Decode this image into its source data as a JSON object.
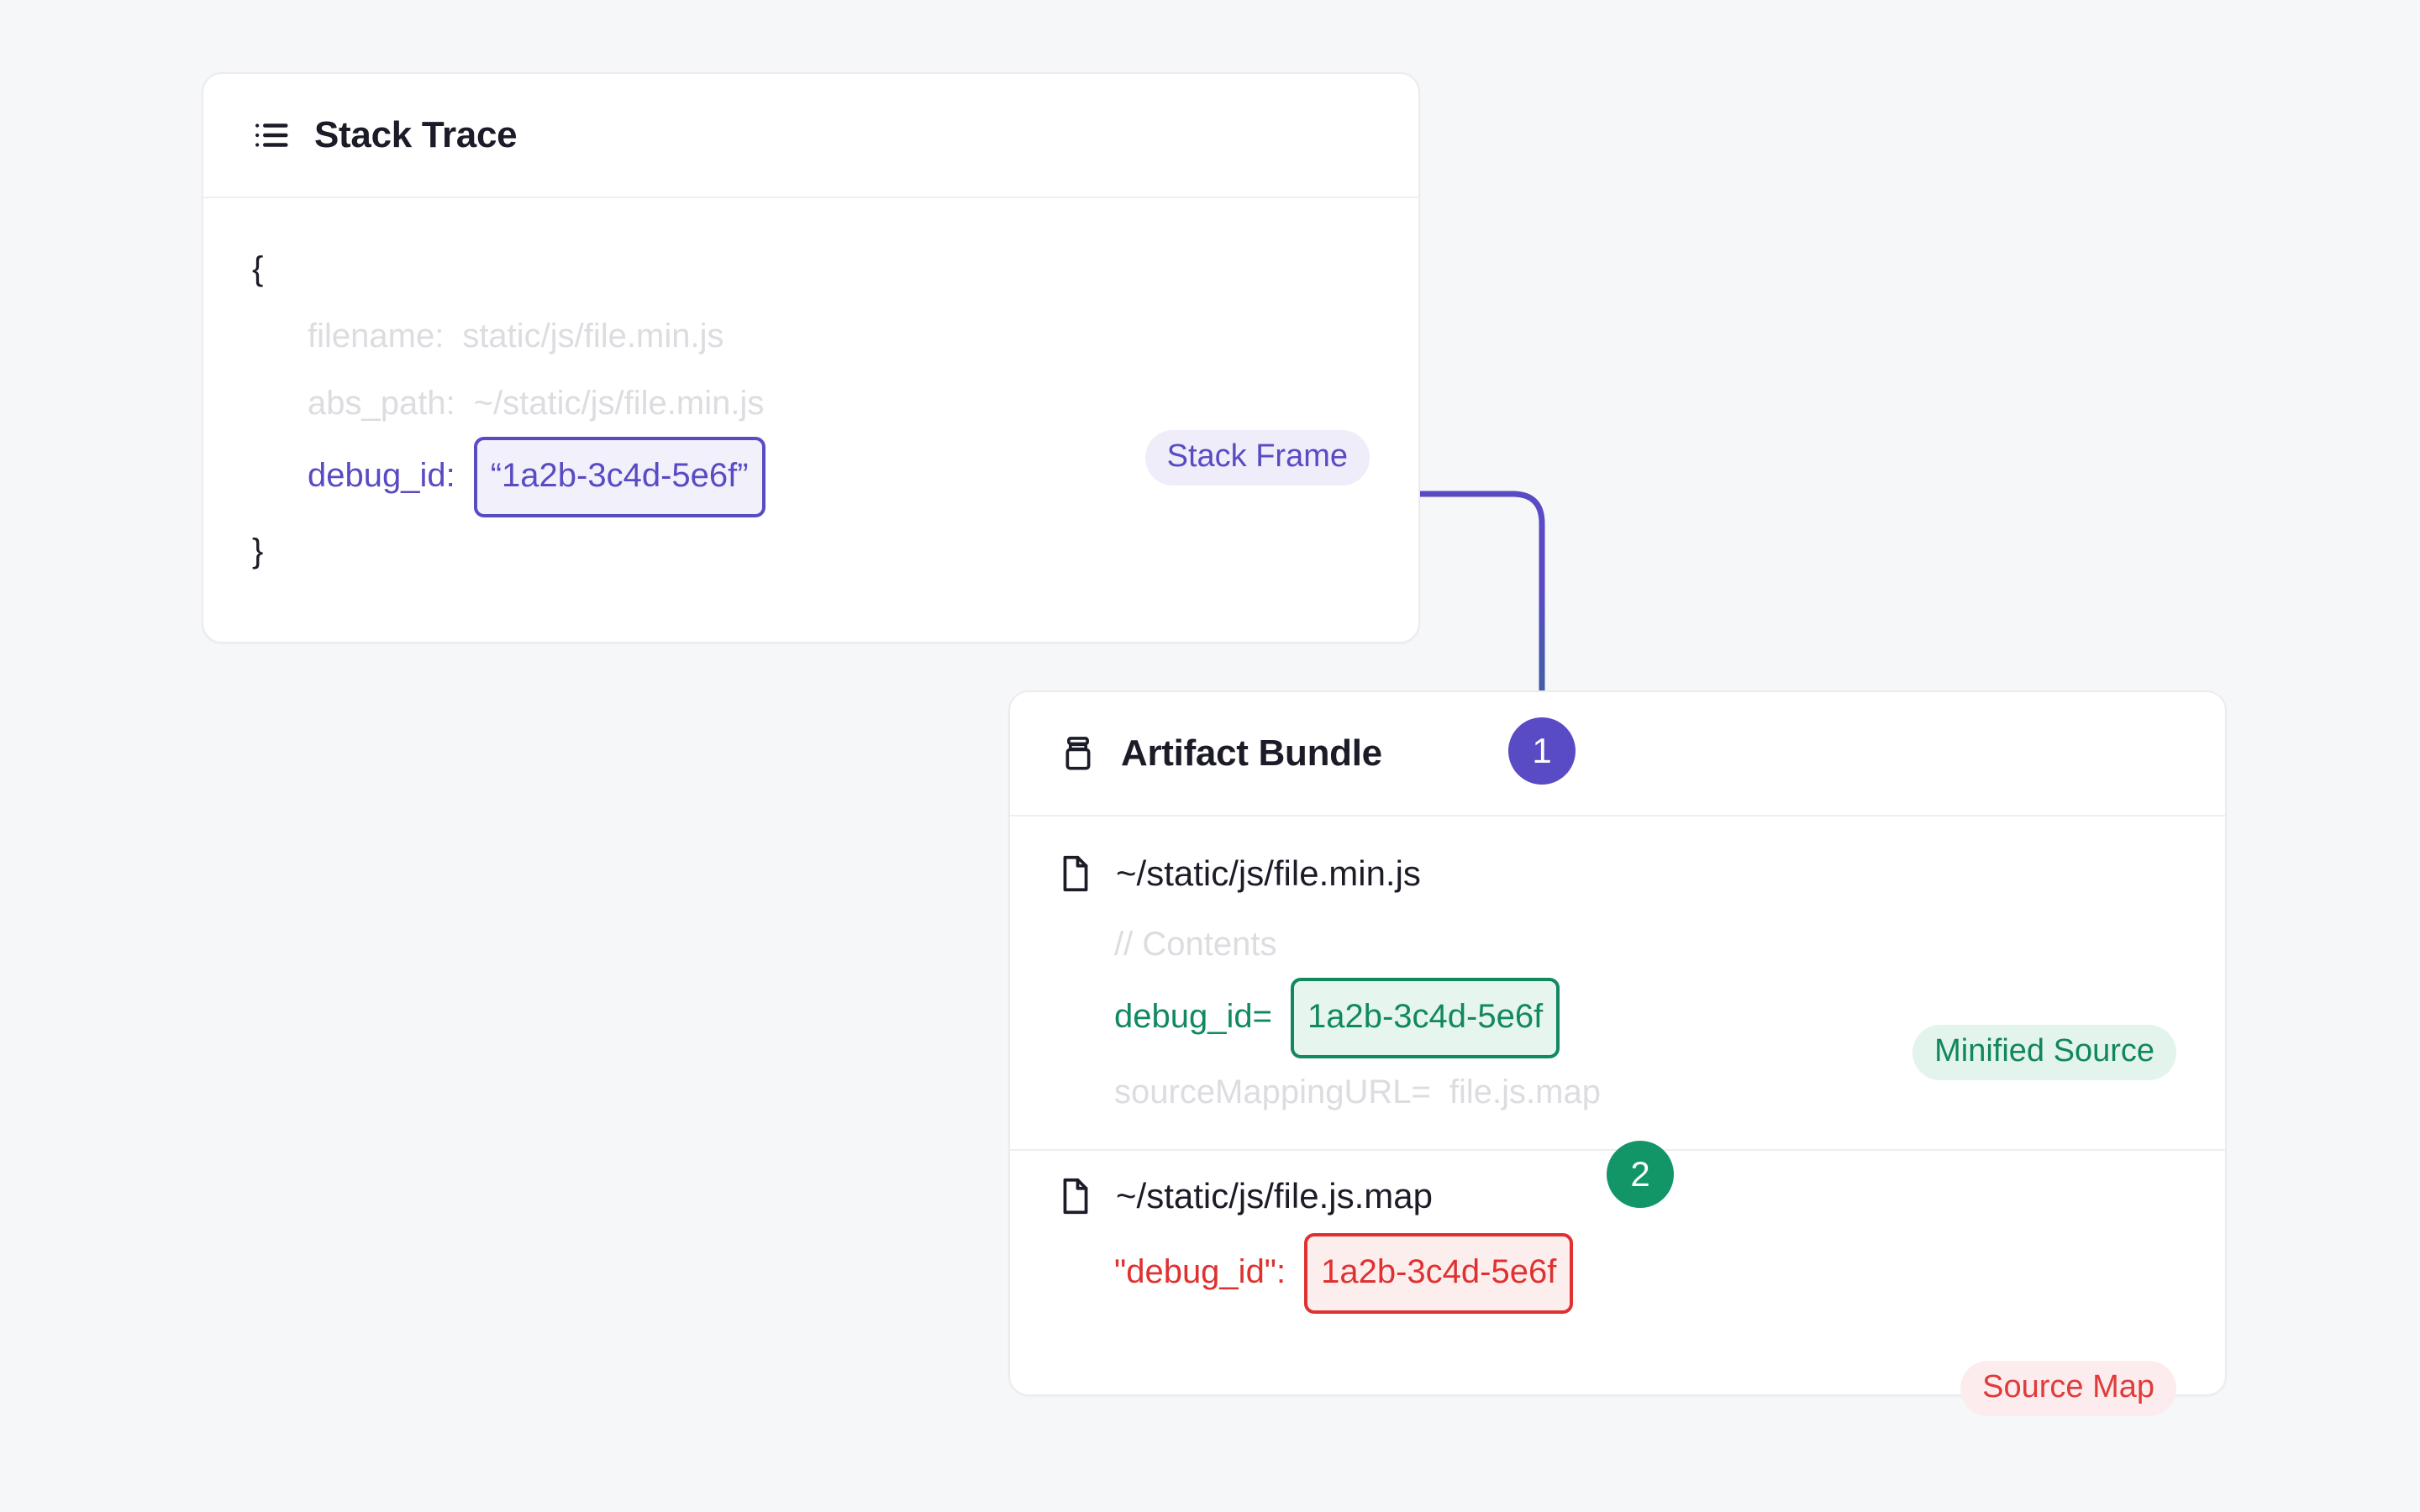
{
  "page": {
    "background_color": "#f6f7f9"
  },
  "stack_trace_card": {
    "title": "Stack Trace",
    "icon": "list-icon",
    "badge": {
      "label": "Stack Frame",
      "color": "#584bc4",
      "background": "#eeedf9"
    },
    "code": {
      "open_brace": "{",
      "close_brace": "}",
      "lines": [
        {
          "key": "filename:",
          "value": "static/js/file.min.js",
          "style": "muted"
        },
        {
          "key": "abs_path:",
          "value": "~/static/js/file.min.js",
          "style": "muted"
        },
        {
          "key": "debug_id:",
          "value": "“1a2b-3c4d-5e6f”",
          "style": "highlight-purple"
        }
      ]
    }
  },
  "artifact_bundle_card": {
    "title": "Artifact Bundle",
    "icon": "archive-icon",
    "files": [
      {
        "icon": "file-icon",
        "name": "~/static/js/file.min.js",
        "badge": {
          "label": "Minified Source",
          "color": "#12865d",
          "background": "#e3f4ec"
        },
        "lines": [
          {
            "text": "// Contents",
            "style": "muted"
          },
          {
            "key": "debug_id=",
            "value": "1a2b-3c4d-5e6f",
            "style": "highlight-green"
          },
          {
            "key": "sourceMappingURL=",
            "value": "file.js.map",
            "style": "muted"
          }
        ]
      },
      {
        "icon": "file-icon",
        "name": "~/static/js/file.js.map",
        "badge": {
          "label": "Source Map",
          "color": "#e03b3b",
          "background": "#fdeced"
        },
        "lines": [
          {
            "key": "\"debug_id\":",
            "value": "1a2b-3c4d-5e6f",
            "style": "highlight-red"
          }
        ]
      }
    ]
  },
  "connectors": [
    {
      "step": "1",
      "from": "stack-trace.debug_id",
      "to": "minified-source.debug_id",
      "start_color": "#584bc4",
      "end_color": "#11895e"
    },
    {
      "step": "2",
      "from": "minified-source.debug_id",
      "to": "source-map.debug_id",
      "start_color": "#11895e",
      "end_color": "#e03131"
    }
  ]
}
